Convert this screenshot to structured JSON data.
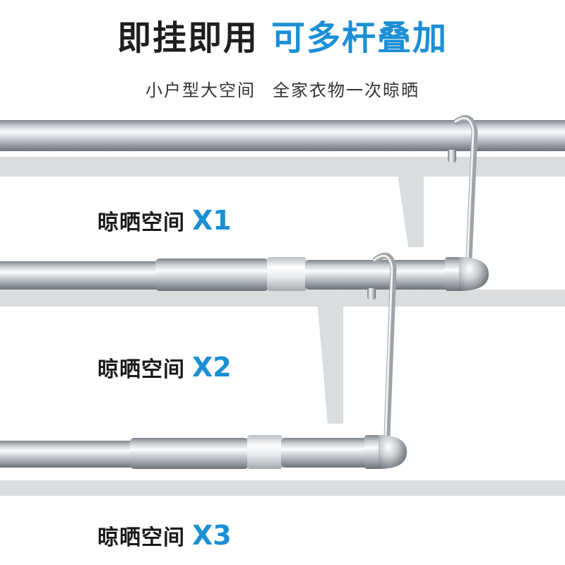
{
  "headline": {
    "dark": "即挂即用",
    "blue": "可多杆叠加"
  },
  "subline": {
    "part1": "小户型大空间",
    "part2": "全家衣物一次晾晒"
  },
  "labels": [
    {
      "text": "晾晒空间",
      "multiplier": "X1"
    },
    {
      "text": "晾晒空间",
      "multiplier": "X2"
    },
    {
      "text": "晾晒空间",
      "multiplier": "X3"
    }
  ],
  "colors": {
    "accent": "#1b8fd6",
    "text": "#1e1e1e",
    "steel_light": "#f4f6f8",
    "steel_dark": "#8a8f95"
  }
}
